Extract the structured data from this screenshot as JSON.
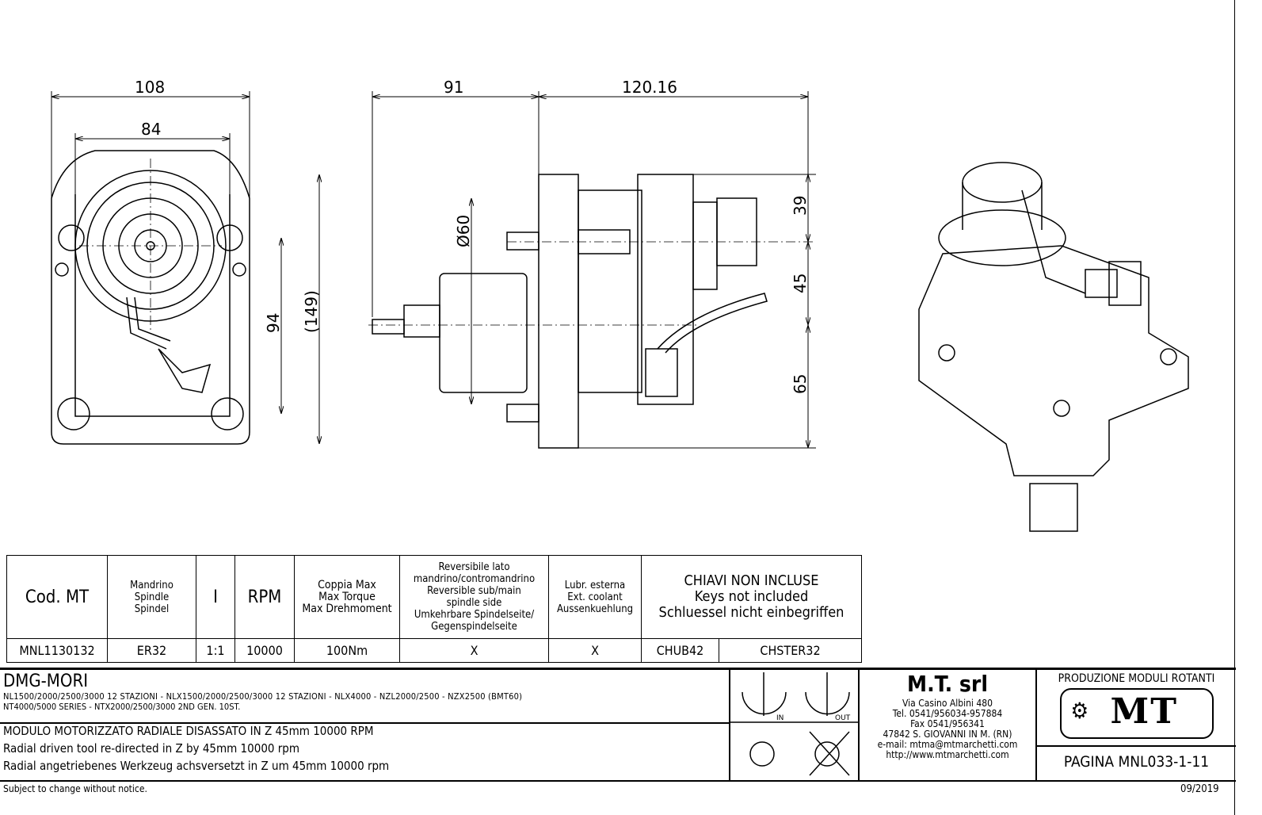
{
  "dimensions": {
    "front_width": "108",
    "front_inner_width": "84",
    "front_height_94": "94",
    "front_height_149": "(149)",
    "side_91": "91",
    "side_120": "120.16",
    "diameter": "Ø60",
    "side_39": "39",
    "side_45": "45",
    "side_65": "65"
  },
  "spec_table": {
    "headers": {
      "code": "Cod. MT",
      "spindle": [
        "Mandrino",
        "Spindle",
        "Spindel"
      ],
      "ratio": "I",
      "rpm": "RPM",
      "torque": [
        "Coppia Max",
        "Max Torque",
        "Max Drehmoment"
      ],
      "reversible": [
        "Reversibile lato",
        "mandrino/contromandrino",
        "Reversible sub/main",
        "spindle side",
        "Umkehrbare Spindelseite/",
        "Gegenspindelseite"
      ],
      "coolant": [
        "Lubr. esterna",
        "Ext. coolant",
        "Aussenkuehlung"
      ],
      "keys": [
        "CHIAVI NON INCLUSE",
        "Keys not included",
        "Schluessel nicht einbegriffen"
      ]
    },
    "row": {
      "code": "MNL1130132",
      "spindle": "ER32",
      "ratio": "1:1",
      "rpm": "10000",
      "torque": "100Nm",
      "reversible": "X",
      "coolant": "X",
      "key1": "CHUB42",
      "key2": "CHSTER32"
    }
  },
  "title_block": {
    "brand": "DMG-MORI",
    "models_line1": "NL1500/2000/2500/3000 12 STAZIONI - NLX1500/2000/2500/3000 12 STAZIONI - NLX4000 - NZL2000/2500 - NZX2500 (BMT60)",
    "models_line2": "NT4000/5000 SERIES - NTX2000/2500/3000 2ND GEN. 10ST.",
    "desc_it": "MODULO MOTORIZZATO RADIALE DISASSATO IN Z 45mm 10000 RPM",
    "desc_en": "Radial driven tool re-directed in Z by 45mm 10000 rpm",
    "desc_de": "Radial angetriebenes Werkzeug achsversetzt in Z um 45mm 10000 rpm",
    "icon_in": "IN",
    "icon_out": "OUT"
  },
  "company": {
    "name": "M.T. srl",
    "address": "Via Casino Albini 480",
    "tel": "Tel. 0541/956034-957884",
    "fax": "Fax 0541/956341",
    "city": "47842 S. GIOVANNI IN M. (RN)",
    "email": "e-mail: mtma@mtmarchetti.com",
    "web": "http://www.mtmarchetti.com"
  },
  "right_block": {
    "heading": "PRODUZIONE MODULI ROTANTI",
    "logo_text": "MT",
    "page": "PAGINA MNL033-1-11"
  },
  "footer": {
    "notice": "Subject to change without notice.",
    "date": "09/2019"
  }
}
